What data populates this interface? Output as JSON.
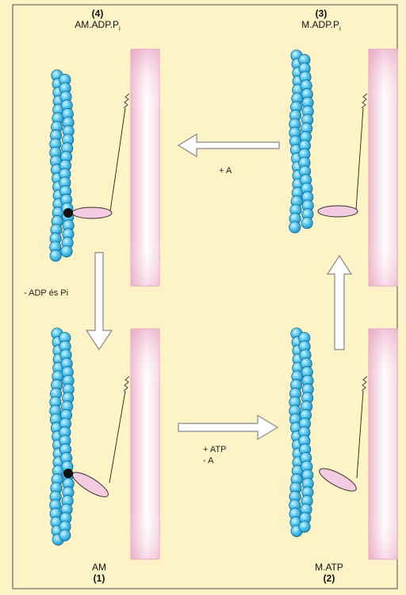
{
  "colors": {
    "background": "#fdf3c6",
    "frame": "#6b6b6b",
    "bead_fill": "#49c3ee",
    "bead_stroke": "#0f5f86",
    "myosin_fill": "#f4cbe0",
    "filament_edge": "#e6a9c4",
    "arrow_fill": "#ffffff",
    "arrow_stroke": "#888888"
  },
  "states": {
    "s4": {
      "number": "(4)",
      "name_main": "AM.ADP.P",
      "name_sub": "i"
    },
    "s3": {
      "number": "(3)",
      "name_main": "M.ADP.P",
      "name_sub": "i"
    },
    "s1": {
      "name": "AM",
      "number": "(1)"
    },
    "s2": {
      "name": "M.ATP",
      "number": "(2)"
    }
  },
  "transitions": {
    "top": "+ A",
    "left": "- ADP és Pi",
    "bottom_line1": "+ ATP",
    "bottom_line2": "- A"
  }
}
